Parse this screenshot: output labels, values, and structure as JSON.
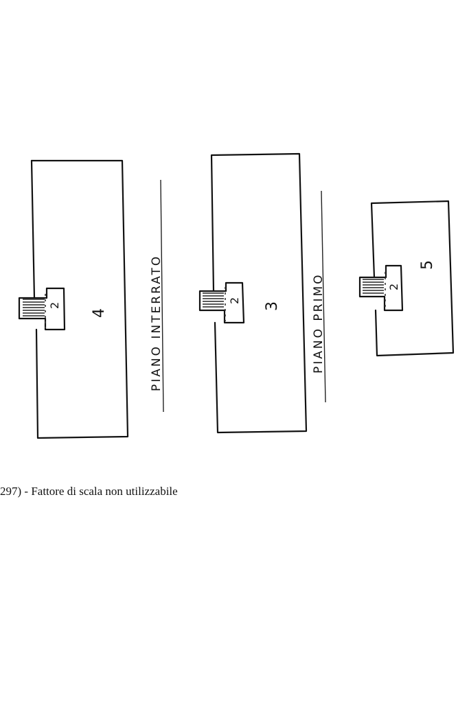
{
  "caption": "297) - Fattore di scala non utilizzabile",
  "floor_labels": {
    "interrato": "PIANO   INTERRATO",
    "primo": "PIANO   PRIMO"
  },
  "blocks": [
    {
      "unit_number": "4",
      "stair_number": "2"
    },
    {
      "unit_number": "3",
      "stair_number": "2"
    },
    {
      "unit_number": "5",
      "stair_number": "2"
    }
  ]
}
